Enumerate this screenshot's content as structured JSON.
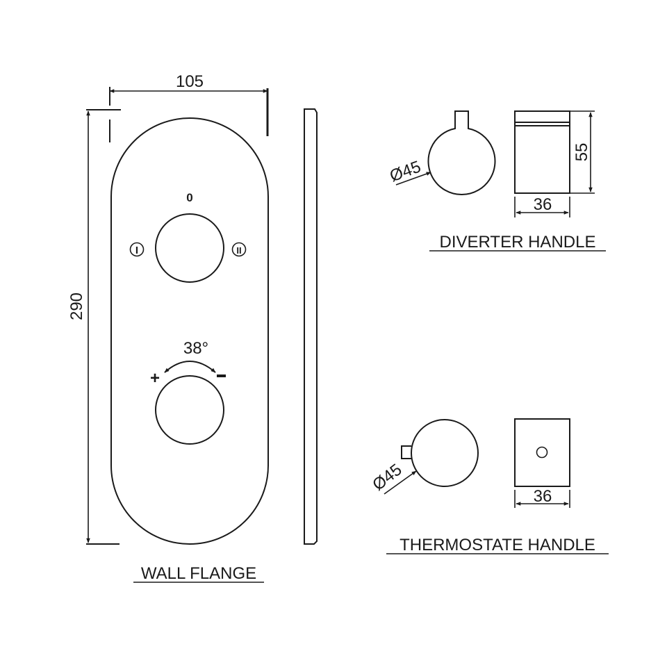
{
  "drawing": {
    "stroke_color": "#1a1a1a",
    "background": "#ffffff"
  },
  "wall_flange": {
    "title": "WALL FLANGE",
    "width_dim": "105",
    "height_dim": "290",
    "diverter_positions": {
      "off": "0",
      "left": "I",
      "right": "II"
    },
    "rotation_angle": "38°",
    "plus_sign": "+",
    "minus_sign": "−"
  },
  "diverter_handle": {
    "title": "DIVERTER HANDLE",
    "diameter_dim": "Ø45",
    "height_dim": "55",
    "width_dim": "36"
  },
  "thermostate_handle": {
    "title": "THERMOSTATE HANDLE",
    "diameter_dim": "Ø45",
    "width_dim": "36"
  }
}
